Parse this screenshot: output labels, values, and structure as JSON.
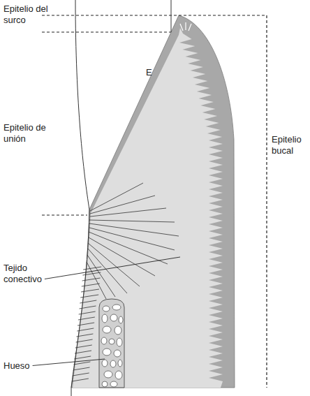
{
  "diagram": {
    "labels": [
      "Epitelio del surco",
      "E",
      "Epitelio de unión",
      "Tejido conectivo",
      "Hueso",
      "Epitelio bucal"
    ]
  }
}
